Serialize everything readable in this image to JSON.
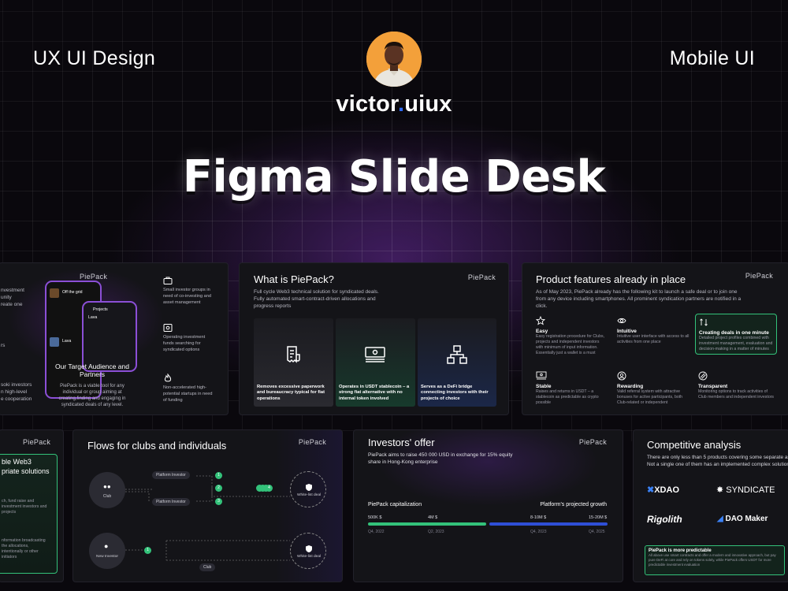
{
  "header": {
    "left_tag": "UX UI Design",
    "right_tag": "Mobile UI",
    "brand_name": "victor",
    "brand_dot": ".",
    "brand_suffix": "uiux",
    "title": "Figma Slide Desk"
  },
  "colors": {
    "background": "#0a080d",
    "accent_purple": "#7a35c0",
    "accent_blue": "#2f6bff",
    "accent_green": "#33c27a",
    "avatar_bg": "#f3a03a"
  },
  "slides": {
    "audience": {
      "logo": "PiePack",
      "left_lines": [
        "nvestment",
        "unity",
        "reate one"
      ],
      "left_lines2": [
        "rs"
      ],
      "left_lines3": [
        "soki investors",
        "n high-level",
        "e cooperation"
      ],
      "phone_tab": "Projects",
      "phone_item1": "Off the grid",
      "phone_item2": "Lava",
      "heading": "Our Target Audience and Partners",
      "desc": "PiePack is a viable tool for any individual or group aiming at creating,finding and engaging in syndicated deals of any level.",
      "items": [
        {
          "icon": "briefcase-icon",
          "text": "Small investor groups in need of co-investing and asset management"
        },
        {
          "icon": "fund-icon",
          "text": "Operating investment funds searching for syndicated options"
        },
        {
          "icon": "flame-icon",
          "text": "Non-accelerated high-potential startups in need of funding"
        }
      ]
    },
    "what": {
      "title": "What is PiePack?",
      "logo": "PiePack",
      "desc": "Full cycle Web3 technical solution for syndicated deals. Fully automated smart-contract-driven allocations and progress reports",
      "cards": [
        {
          "icon": "receipt-icon",
          "text": "Removes excessive paperwork and bureaucracy typical for fiat operations"
        },
        {
          "icon": "banknote-icon",
          "text": "Operates in USDT stablecoin – a strong fiat alternative with no internal token involved"
        },
        {
          "icon": "network-icon",
          "text": "Serves as a DeFi bridge connecting investors with their projects of choice"
        }
      ]
    },
    "features": {
      "title": "Product features already in place",
      "logo": "PiePack",
      "desc": "As of May 2023, PiePack already has the following kit to launch a safe deal or to join one from any device including smartphones. All prominent syndication partners are notified in a click.",
      "items": [
        {
          "icon": "star-icon",
          "title": "Easy",
          "text": "Easy registration procedure for Clubs, projects and independent investors with minimum of input information. Essentially just a wallet is a must"
        },
        {
          "icon": "eye-icon",
          "title": "Intuitive",
          "text": "Intuitive user interface with access to all activities from one place"
        },
        {
          "icon": "arrows-icon",
          "title": "Creating deals in one minute",
          "text": "Detailed project profiles combined with investment management, evaluation and decision-making in a matter of minutes"
        },
        {
          "icon": "cash-icon",
          "title": "Stable",
          "text": "Raises and returns in USDT – a stablecoin as predictable as crypto possible"
        },
        {
          "icon": "user-circle-icon",
          "title": "Rewarding",
          "text": "Valid referral system with attractive bonuses for active participants, both Club-related or independent"
        },
        {
          "icon": "transparent-icon",
          "title": "Transparent",
          "text": "Monitoring options to track activities of Club members and independent investors"
        }
      ]
    },
    "web3": {
      "logo": "PiePack",
      "heading_line1": "ble Web3",
      "heading_line2": "priate solutions",
      "text1": "ch, fund raise and investment investors and projects",
      "text2": "nformation broadcasting the allocations, intentionally or other initiators"
    },
    "flows": {
      "title": "Flows for clubs and individuals",
      "logo": "PiePack",
      "club_label": "Club",
      "investor_chip1": "Platform Investor",
      "investor_chip2": "Platform Investor",
      "white_deal1": "White-list deal",
      "new_investor": "New Investor",
      "club_chip": "Club",
      "white_deal2": "White-list deal",
      "step1": "1",
      "step2": "2",
      "step3": "3",
      "step4": "4",
      "step_new": "1"
    },
    "offer": {
      "title": "Investors' offer",
      "logo": "PiePack",
      "desc": "PiePack aims to raise 450 000 USD in exchange for 15% equity share in Hong-Kong enterprise",
      "cap_label": "PiePack capitalization",
      "growth_label": "Platform's projected growth",
      "values": [
        "500K $",
        "4M $",
        "8-10M $",
        "15-20M $"
      ],
      "dates": [
        "Q4, 2022",
        "Q2, 2023",
        "Q4, 2023",
        "Q4, 2025"
      ]
    },
    "competitive": {
      "title": "Competitive analysis",
      "desc1": "There are only less than 5 products covering some separate aspec",
      "desc2": "Not a single one of them has an implemented complex solution we",
      "logos": [
        "XDAO",
        "SYNDICATE",
        "Rigolith",
        "DAO Maker"
      ],
      "box_title": "PiePack is more predictable",
      "box_text": "All above use smart contracts and offer a modern and innovative approach, but pay pure DeFi at core and rely on tokens solely, while PiePack offers USDT for more predictable investment evaluation"
    }
  }
}
